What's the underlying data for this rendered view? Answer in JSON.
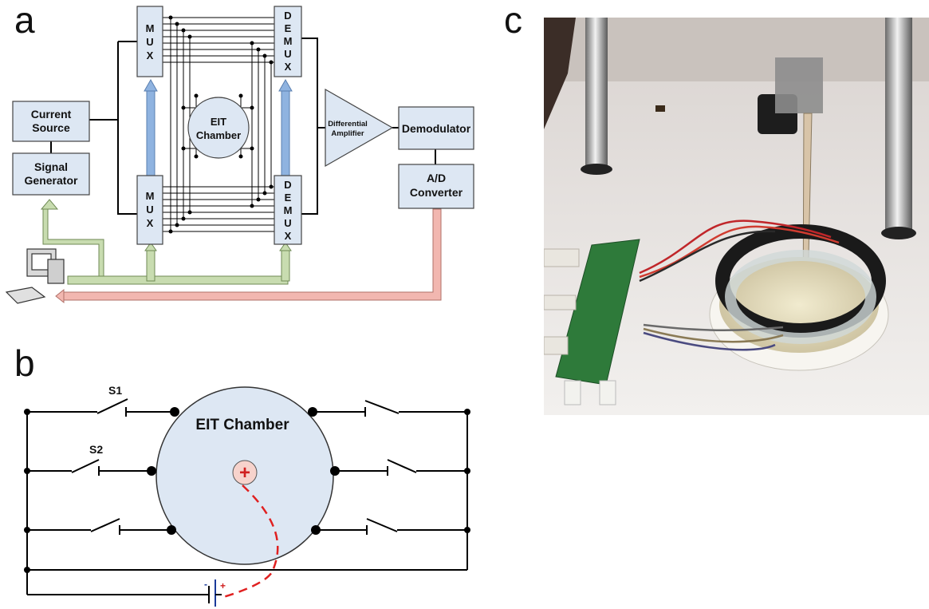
{
  "panels": {
    "a": {
      "letter": "a",
      "blocks": {
        "current_source": [
          "Current",
          "Source"
        ],
        "signal_generator": [
          "Signal",
          "Generator"
        ],
        "mux_top": [
          "M",
          "U",
          "X"
        ],
        "mux_bottom": [
          "M",
          "U",
          "X"
        ],
        "demux_top": [
          "D",
          "E",
          "M",
          "U",
          "X"
        ],
        "demux_bottom": [
          "D",
          "E",
          "M",
          "U",
          "X"
        ],
        "eit_chamber": [
          "EIT",
          "Chamber"
        ],
        "differential_amplifier": [
          "Differential",
          "Amplifier"
        ],
        "demodulator": "Demodulator",
        "ad_converter": [
          "A/D",
          "Converter"
        ]
      }
    },
    "b": {
      "letter": "b",
      "chamber_label": "EIT Chamber",
      "switch_labels": [
        "S1",
        "S2"
      ],
      "plus_sign": "+",
      "battery_minus": "-",
      "battery_plus": "+"
    },
    "c": {
      "letter": "c"
    }
  },
  "colors": {
    "block_fill": "#dde7f3",
    "blue_arrow": "#8fb3e0",
    "green_bus": "#c8dcb0",
    "pink_bus": "#f2b7b0",
    "dashed_red": "#e02020",
    "photo_bg": "#e9e6e4"
  }
}
